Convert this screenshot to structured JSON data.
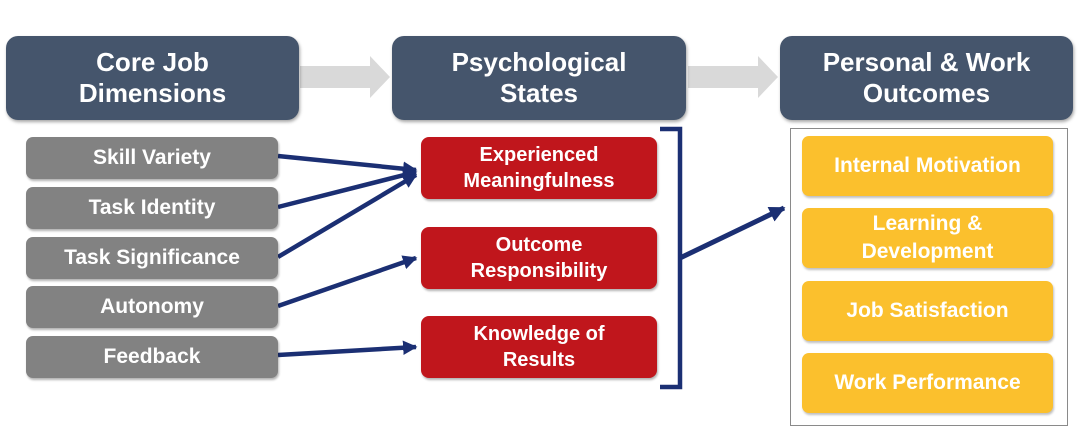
{
  "headers": {
    "core": "Core Job\nDimensions",
    "psych": "Psychological\nStates",
    "outcomes": "Personal & Work\nOutcomes"
  },
  "dimensions": [
    "Skill Variety",
    "Task Identity",
    "Task Significance",
    "Autonomy",
    "Feedback"
  ],
  "states": [
    "Experienced\nMeaningfulness",
    "Outcome\nResponsibility",
    "Knowledge of\nResults"
  ],
  "outcomes": [
    "Internal Motivation",
    "Learning &\nDevelopment",
    "Job Satisfaction",
    "Work Performance"
  ],
  "colors": {
    "header": "#45556c",
    "dimension": "#828282",
    "state": "#c0161c",
    "outcome": "#fbc02d",
    "arrow": "#1b2f73",
    "header_arrow": "#d9d9d9"
  }
}
